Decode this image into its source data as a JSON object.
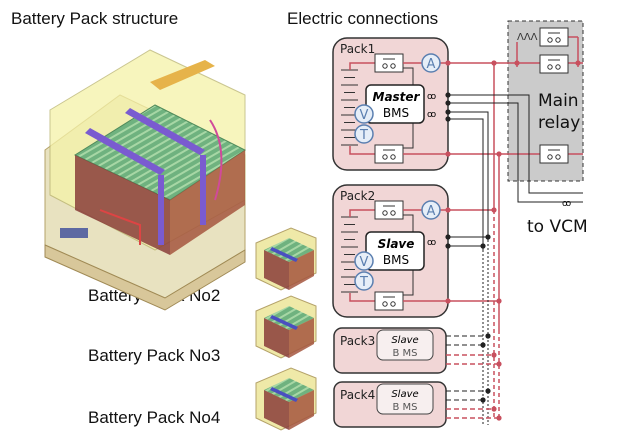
{
  "titles": {
    "left": "Battery Pack structure",
    "right": "Electric connections"
  },
  "pack_labels": [
    "Battery Pack No2",
    "Battery Pack No3",
    "Battery Pack No4"
  ],
  "packs": [
    {
      "name": "Pack1",
      "bms_role": "Master",
      "bms": "BMS"
    },
    {
      "name": "Pack2",
      "bms_role": "Slave",
      "bms": "BMS"
    },
    {
      "name": "Pack3",
      "bms_role": "Slave",
      "bms": "B MS"
    },
    {
      "name": "Pack4",
      "bms_role": "Slave",
      "bms": "B MS"
    }
  ],
  "sensors": {
    "ammeter": "A",
    "voltmeter": "V",
    "thermo": "T"
  },
  "relay": {
    "line1": "Main",
    "line2": "relay"
  },
  "vcm_label": "to VCM",
  "colors": {
    "pack_fill": "#f1d6d6",
    "power_line": "#c8505f",
    "signal_line": "#222222",
    "relay_fill": "#c8c8c8",
    "sensor_stroke": "#5b7fb0",
    "sensor_fill": "#e6eef8"
  }
}
